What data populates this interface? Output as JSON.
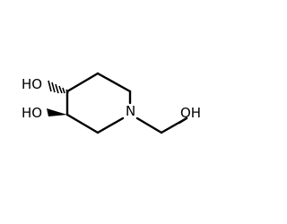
{
  "molecule": {
    "atoms": {
      "oh_top": "HO",
      "oh_bottom": "HO",
      "nitrogen": "N",
      "oh_right": "OH"
    },
    "stereo": {
      "oh_top_bond": "hashed-wedge",
      "oh_bottom_bond": "solid-wedge"
    },
    "colors": {
      "bond": "#000000",
      "label": "#000000",
      "background": "#ffffff"
    }
  }
}
